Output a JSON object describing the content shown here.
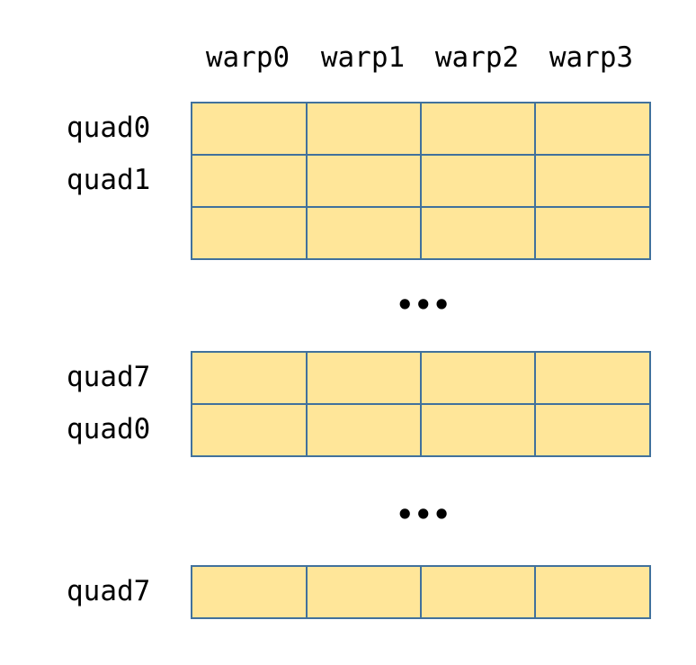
{
  "columns": [
    "warp0",
    "warp1",
    "warp2",
    "warp3"
  ],
  "rows": [
    {
      "label": "quad0"
    },
    {
      "label": "quad1"
    },
    {
      "label": ""
    },
    {
      "label": "quad7"
    },
    {
      "label": "quad0"
    },
    {
      "label": "quad7"
    }
  ],
  "ellipsis": "•••",
  "colors": {
    "cell_fill": "#ffe699",
    "cell_border": "#41719c"
  }
}
